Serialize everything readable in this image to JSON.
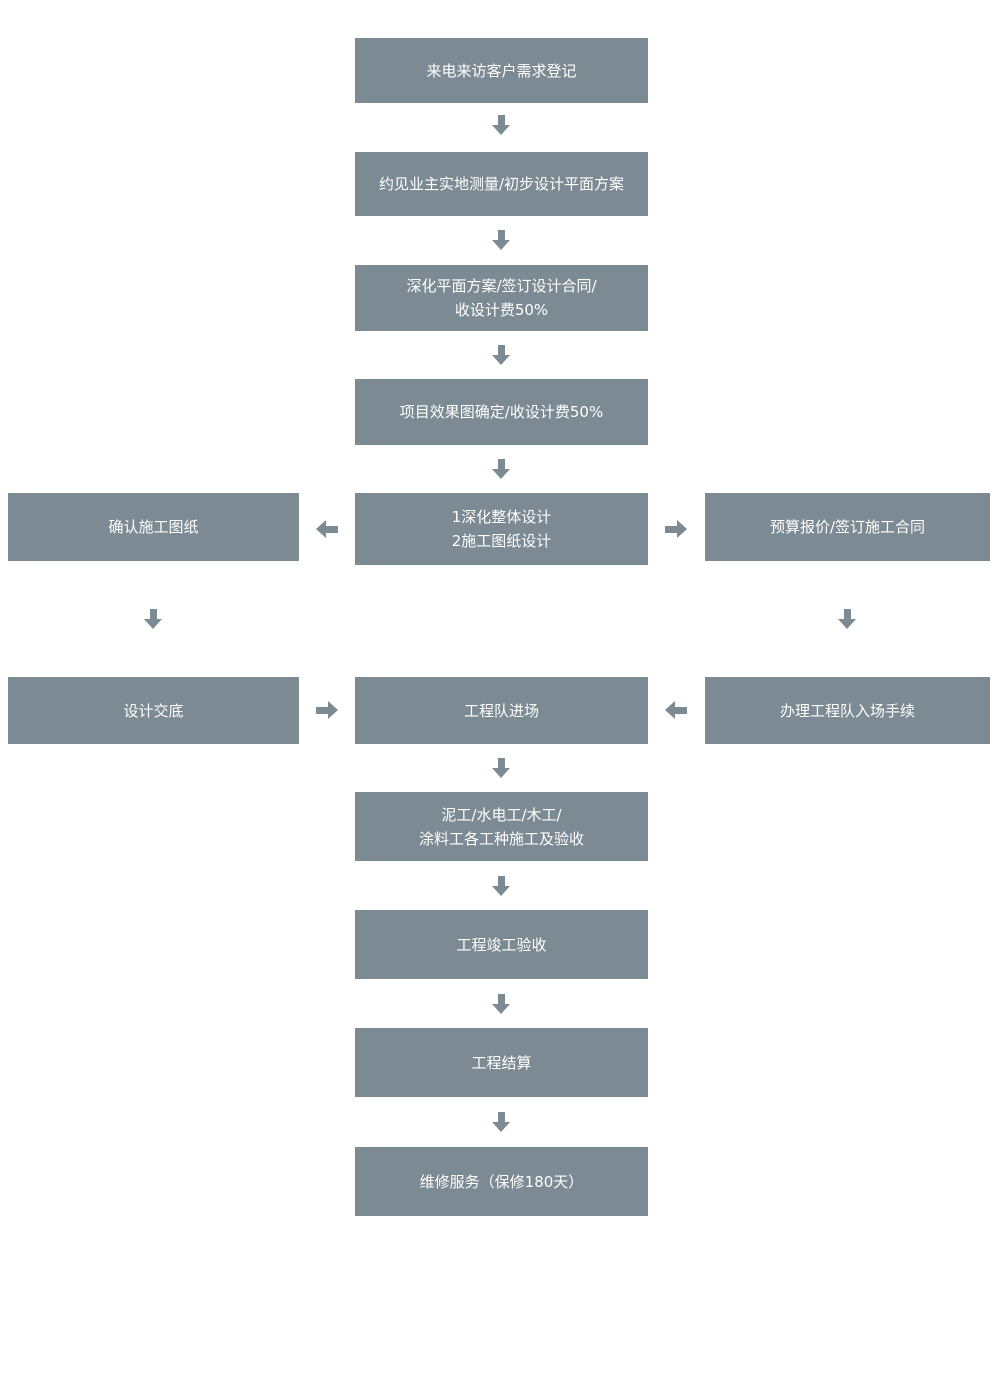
{
  "flowchart": {
    "colors": {
      "box": "#7c8a94",
      "text": "#ffffff",
      "arrow": "#7c8a94",
      "background": "#ffffff"
    },
    "nodes": {
      "register": {
        "label": "来电来访客户需求登记"
      },
      "measure": {
        "label": "约见业主实地测量/初步设计平面方案"
      },
      "deepen": {
        "label": "深化平面方案/签订设计合同/\n收设计费50%"
      },
      "render": {
        "label": "项目效果图确定/收设计费50%"
      },
      "overall": {
        "label": "1深化整体设计\n2施工图纸设计"
      },
      "confirm": {
        "label": "确认施工图纸"
      },
      "budget": {
        "label": "预算报价/签订施工合同"
      },
      "handover": {
        "label": "设计交底"
      },
      "teamenter": {
        "label": "工程队进场"
      },
      "procedure": {
        "label": "办理工程队入场手续"
      },
      "trades": {
        "label": "泥工/水电工/木工/\n涂料工各工种施工及验收"
      },
      "complete": {
        "label": "工程竣工验收"
      },
      "settle": {
        "label": "工程结算"
      },
      "maintain": {
        "label": "维修服务（保修180天）"
      }
    }
  }
}
